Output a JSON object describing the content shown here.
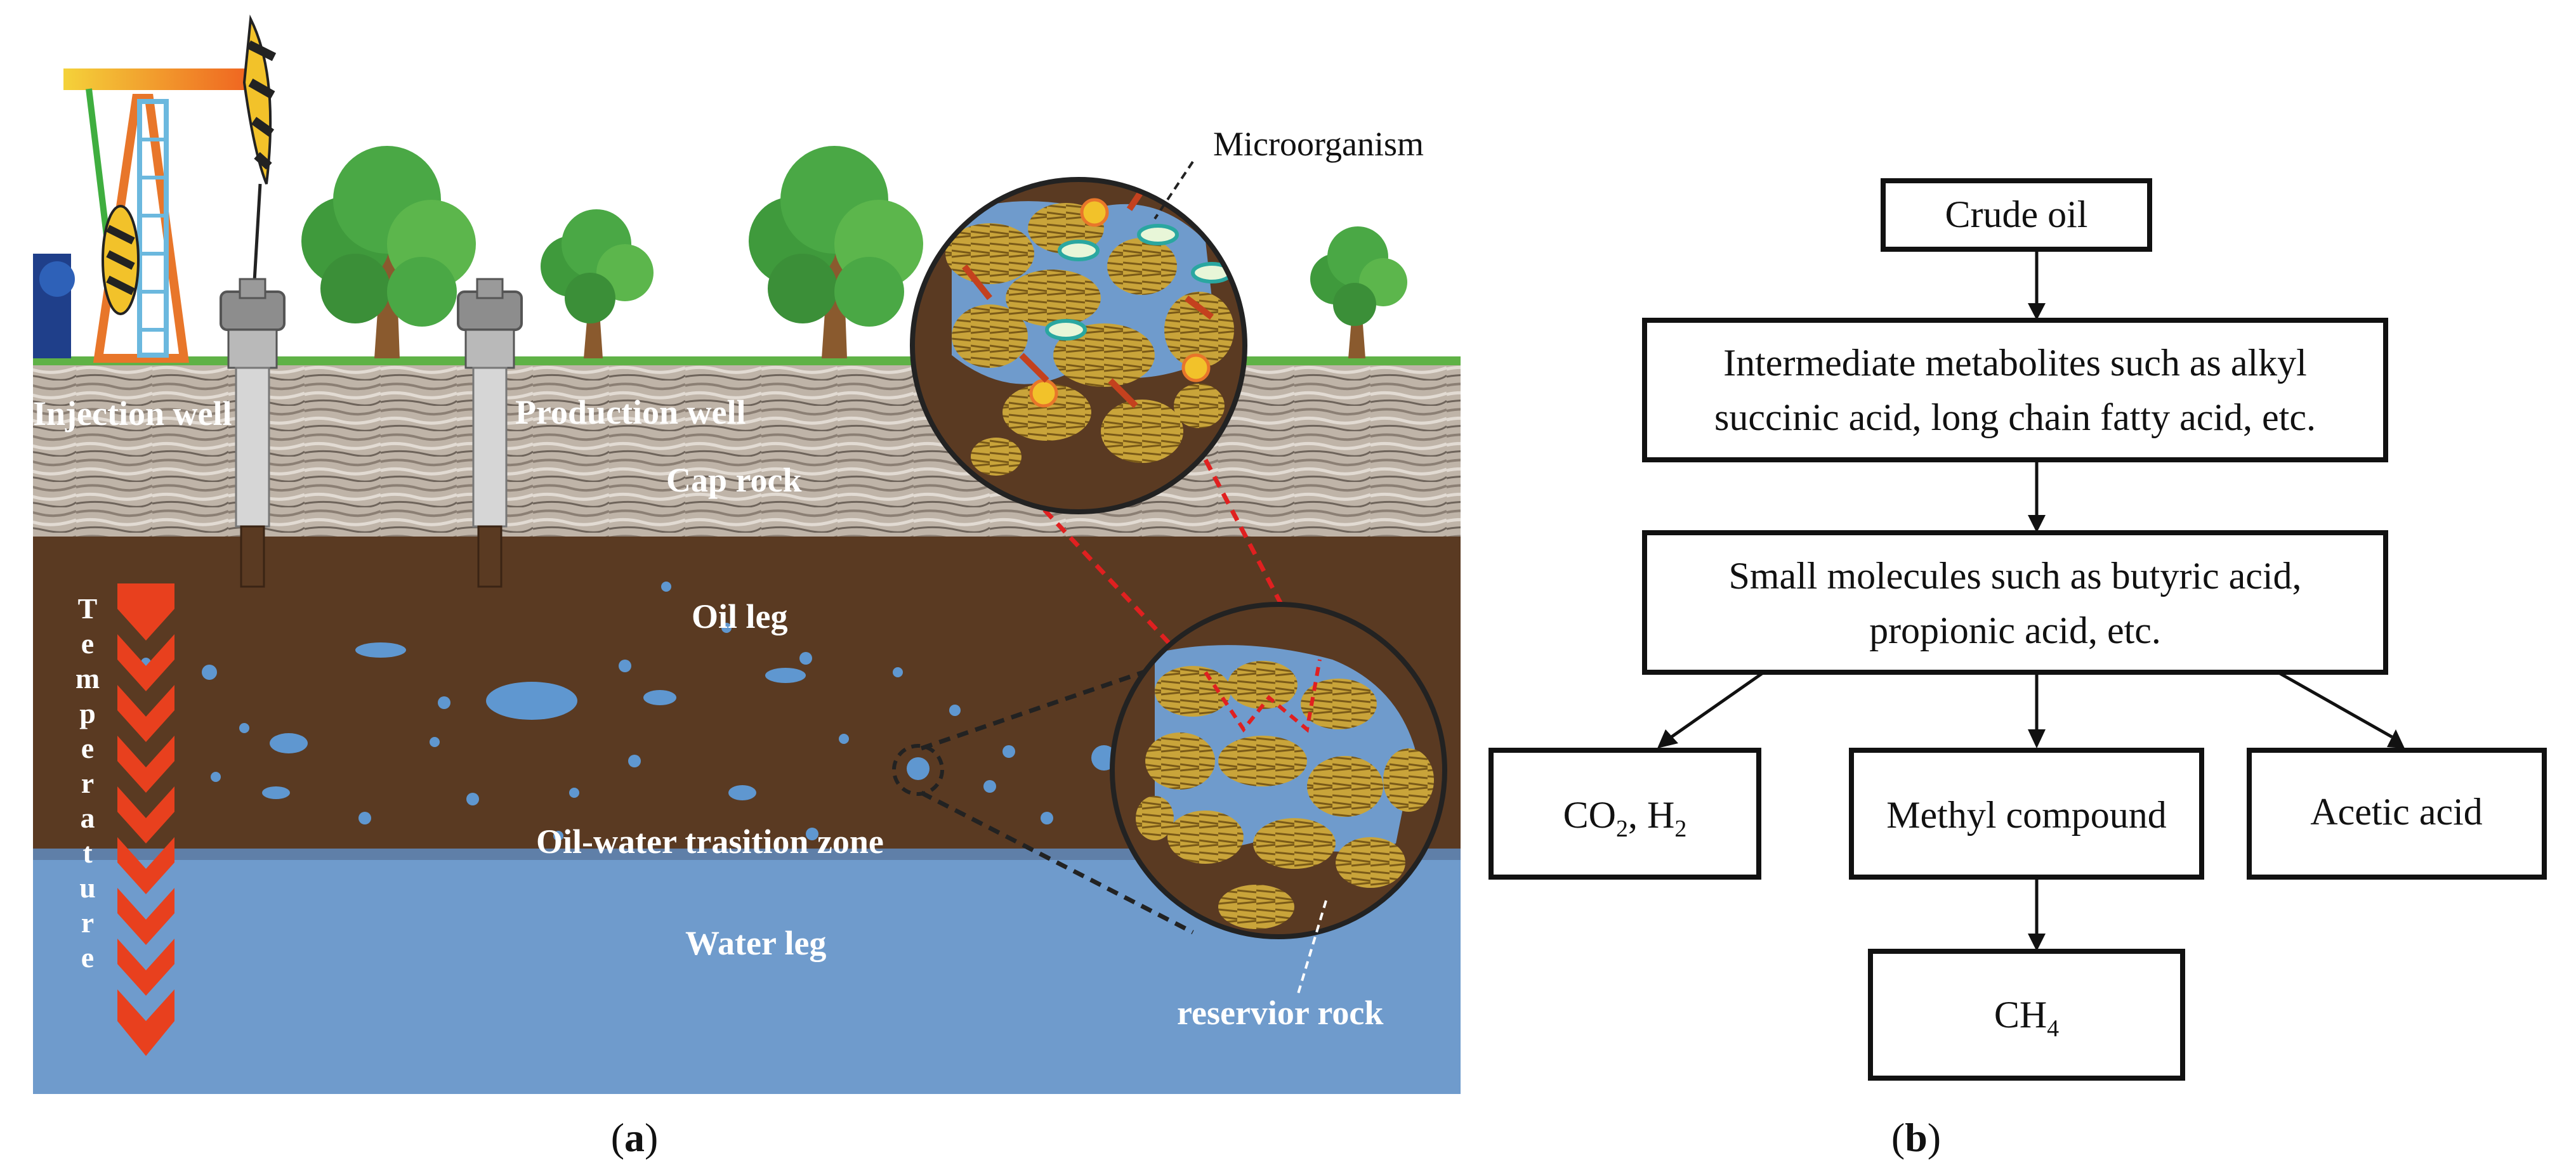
{
  "panel_a": {
    "labels": {
      "microorganism": "Microorganism",
      "injection_well": "Injection well",
      "production_well": "Production well",
      "cap_rock": "Cap rock",
      "oil_leg": "Oil leg",
      "transition_zone": "Oil-water trasition zone",
      "water_leg": "Water leg",
      "reservoir_rock": "reservior rock",
      "temperature_letters": [
        "T",
        "e",
        "m",
        "p",
        "e",
        "r",
        "a",
        "t",
        "u",
        "r",
        "e"
      ]
    },
    "caption_open": "(",
    "caption_letter": "a",
    "caption_close": ")",
    "colors": {
      "sky": "#ffffff",
      "ground_line": "#5fb246",
      "cap_rock": "#b9aea2",
      "oil": "#5a3a22",
      "water": "#6f9bcc",
      "droplet": "#5f97d0",
      "temperature_arrow": "#e8401e",
      "rock_grain": "#c9a43a",
      "dashed_red": "#e02020"
    }
  },
  "panel_b": {
    "crude_oil": "Crude oil",
    "intermediate_line1": "Intermediate metabolites such as alkyl",
    "intermediate_line2": "succinic acid, long chain fatty acid, etc.",
    "small_line1": "Small molecules such as butyric acid,",
    "small_line2": "propionic acid, etc.",
    "co2_part1": "CO",
    "co2_sub": "2",
    "co2_part2": ", H",
    "h2_sub": "2",
    "methyl": "Methyl compound",
    "acetic": "Acetic acid",
    "ch4_main": "CH",
    "ch4_sub": "4",
    "caption_open": "(",
    "caption_letter": "b",
    "caption_close": ")"
  }
}
